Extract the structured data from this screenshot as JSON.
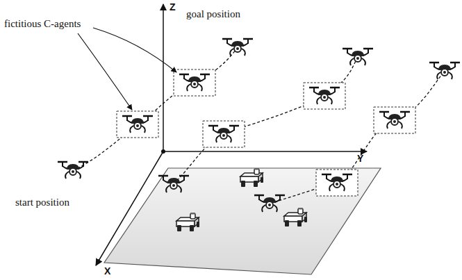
{
  "diagram": {
    "labels": [
      "fictitious C-agents",
      "goal position",
      "start position",
      "Z",
      "Y",
      "X"
    ]
  }
}
